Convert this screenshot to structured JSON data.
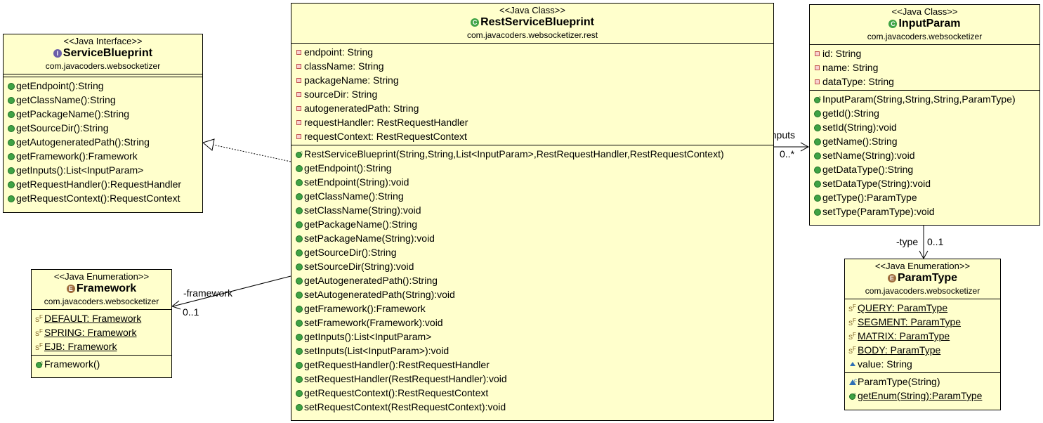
{
  "classes": {
    "service_blueprint": {
      "stereotype": "<<Java Interface>>",
      "type_icon": "I",
      "name": "ServiceBlueprint",
      "package": "com.javacoders.websocketizer",
      "methods": [
        "getEndpoint():String",
        "getClassName():String",
        "getPackageName():String",
        "getSourceDir():String",
        "getAutogeneratedPath():String",
        "getFramework():Framework",
        "getInputs():List<InputParam>",
        "getRequestHandler():RequestHandler",
        "getRequestContext():RequestContext"
      ]
    },
    "rest_service_blueprint": {
      "stereotype": "<<Java Class>>",
      "type_icon": "C",
      "name": "RestServiceBlueprint",
      "package": "com.javacoders.websocketizer.rest",
      "fields": [
        "endpoint: String",
        "className: String",
        "packageName: String",
        "sourceDir: String",
        "autogeneratedPath: String",
        "requestHandler: RestRequestHandler",
        "requestContext: RestRequestContext"
      ],
      "constructor": "RestServiceBlueprint(String,String,List<InputParam>,RestRequestHandler,RestRequestContext)",
      "methods": [
        "getEndpoint():String",
        "setEndpoint(String):void",
        "getClassName():String",
        "setClassName(String):void",
        "getPackageName():String",
        "setPackageName(String):void",
        "getSourceDir():String",
        "setSourceDir(String):void",
        "getAutogeneratedPath():String",
        "setAutogeneratedPath(String):void",
        "getFramework():Framework",
        "setFramework(Framework):void",
        "getInputs():List<InputParam>",
        "setInputs(List<InputParam>):void",
        "getRequestHandler():RestRequestHandler",
        "setRequestHandler(RestRequestHandler):void",
        "getRequestContext():RestRequestContext",
        "setRequestContext(RestRequestContext):void"
      ]
    },
    "input_param": {
      "stereotype": "<<Java Class>>",
      "type_icon": "C",
      "name": "InputParam",
      "package": "com.javacoders.websocketizer",
      "fields": [
        "id: String",
        "name: String",
        "dataType: String"
      ],
      "constructor": "InputParam(String,String,String,ParamType)",
      "methods": [
        "getId():String",
        "setId(String):void",
        "getName():String",
        "setName(String):void",
        "getDataType():String",
        "setDataType(String):void",
        "getType():ParamType",
        "setType(ParamType):void"
      ]
    },
    "framework": {
      "stereotype": "<<Java Enumeration>>",
      "type_icon": "E",
      "name": "Framework",
      "package": "com.javacoders.websocketizer",
      "constants": [
        "DEFAULT: Framework",
        "SPRING: Framework",
        "EJB: Framework"
      ],
      "constructor": "Framework()"
    },
    "param_type": {
      "stereotype": "<<Java Enumeration>>",
      "type_icon": "E",
      "name": "ParamType",
      "package": "com.javacoders.websocketizer",
      "constants": [
        "QUERY: ParamType",
        "SEGMENT: ParamType",
        "MATRIX: ParamType",
        "BODY: ParamType"
      ],
      "field": "value: String",
      "constructor": "ParamType(String)",
      "static_method": "getEnum(String):ParamType"
    }
  },
  "associations": {
    "inputs": {
      "role": "-inputs",
      "multiplicity": "0..*"
    },
    "framework": {
      "role": "-framework",
      "multiplicity": "0..1"
    },
    "type": {
      "role": "-type",
      "multiplicity": "0..1"
    }
  }
}
